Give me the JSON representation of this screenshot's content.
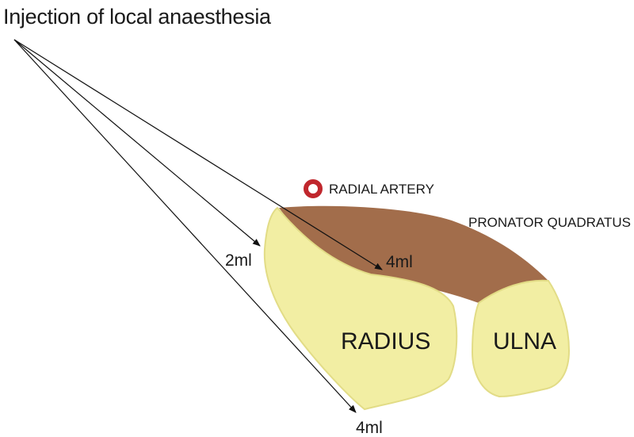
{
  "title": "Injection of local anaesthesia",
  "labels": {
    "radial_artery": "RADIAL ARTERY",
    "pronator_quadratus": "PRONATOR QUADRATUS",
    "radius": "RADIUS",
    "ulna": "ULNA"
  },
  "doses": {
    "upper_left": "2ml",
    "upper_right": "4ml",
    "lower": "4ml"
  },
  "colors": {
    "bone": "#f2eea3",
    "bone_edge": "#e2dc86",
    "muscle": "#a26d4b",
    "artery": "#c0272d",
    "line": "#111111"
  }
}
